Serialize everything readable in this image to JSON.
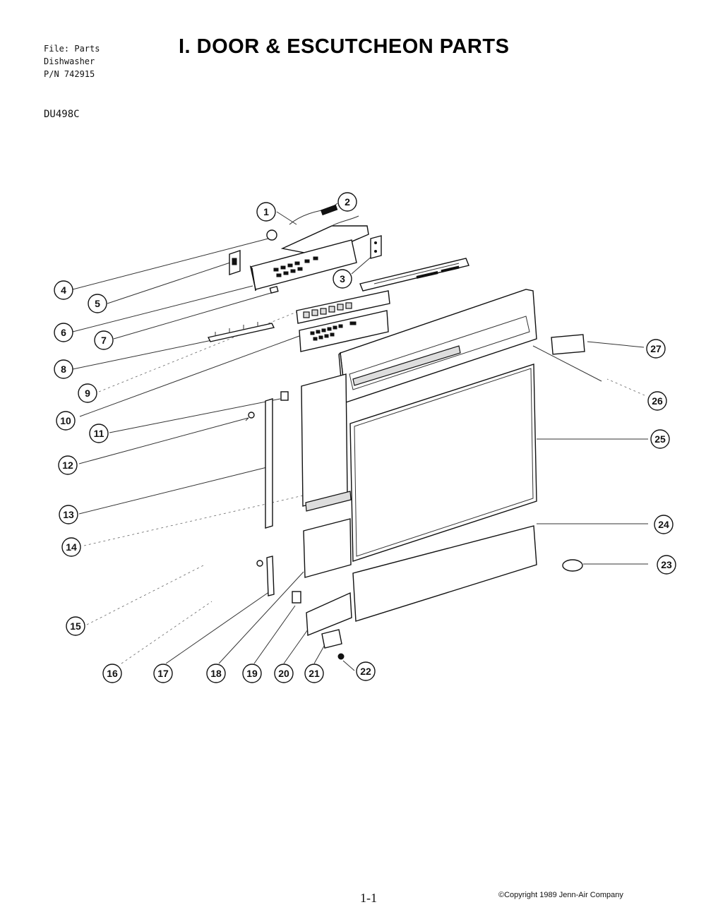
{
  "header": {
    "file_line": "File: Parts",
    "product_line": "Dishwasher",
    "pn_line": "P/N 742915",
    "model": "DU498C"
  },
  "title": "I. DOOR & ESCUTCHEON PARTS",
  "callouts": [
    "1",
    "2",
    "3",
    "4",
    "5",
    "6",
    "7",
    "8",
    "9",
    "10",
    "11",
    "12",
    "13",
    "14",
    "15",
    "16",
    "17",
    "18",
    "19",
    "20",
    "21",
    "22",
    "23",
    "24",
    "25",
    "26",
    "27"
  ],
  "footer": {
    "page_number": "1-1",
    "copyright": "©Copyright 1989 Jenn-Air Company"
  }
}
